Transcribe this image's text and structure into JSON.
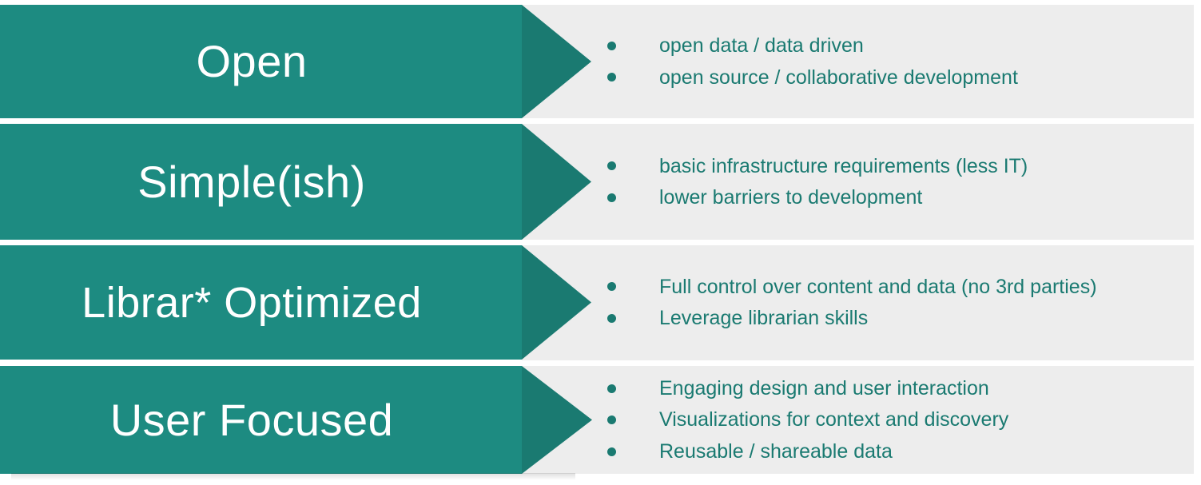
{
  "colors": {
    "chevron_body": "#1d8b81",
    "chevron_tip": "#1a7a71",
    "panel_background": "#ededed",
    "label_text": "#ffffff",
    "bullet_text": "#1a7a71",
    "page_background": "#ffffff"
  },
  "rows": [
    {
      "label": "Open",
      "bullets": [
        "open data / data driven",
        "open source / collaborative development"
      ]
    },
    {
      "label": "Simple(ish)",
      "bullets": [
        "basic infrastructure requirements (less IT)",
        "lower barriers to development"
      ]
    },
    {
      "label": "Librar* Optimized",
      "bullets": [
        "Full control over content and data (no 3rd parties)",
        "Leverage librarian skills"
      ]
    },
    {
      "label": "User Focused",
      "bullets": [
        "Engaging design and user interaction",
        "Visualizations for context and discovery",
        "Reusable / shareable data"
      ]
    }
  ]
}
